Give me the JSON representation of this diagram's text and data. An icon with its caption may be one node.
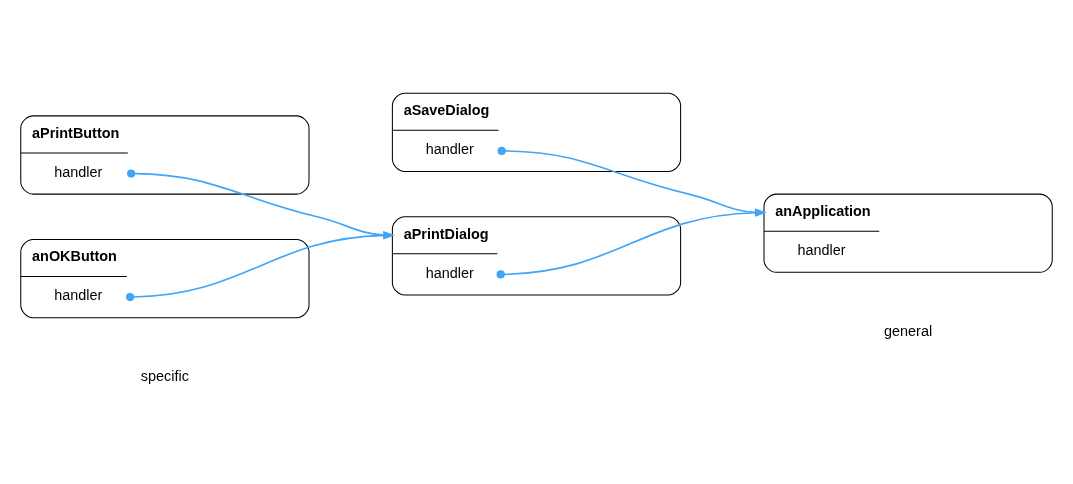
{
  "diagram": {
    "nodes": [
      {
        "text": [
          "aSaveDialog",
          "handler"
        ]
      },
      {
        "text": [
          "aPrintButton",
          "handler"
        ]
      },
      {
        "text": [
          "anApplication",
          "handler"
        ]
      },
      {
        "text": [
          "aPrintDialog",
          "handler"
        ]
      },
      {
        "text": [
          "anOKButton",
          "handler"
        ]
      }
    ],
    "edges": [
      {
        "from": 0,
        "to": 2,
        "arrow": "to"
      },
      {
        "from": 1,
        "to": 3,
        "arrow": "to"
      },
      {
        "from": 3,
        "to": 2,
        "arrow": "to"
      },
      {
        "from": 4,
        "to": 3,
        "arrow": "to"
      }
    ],
    "labels": [
      "specific",
      "general"
    ]
  }
}
